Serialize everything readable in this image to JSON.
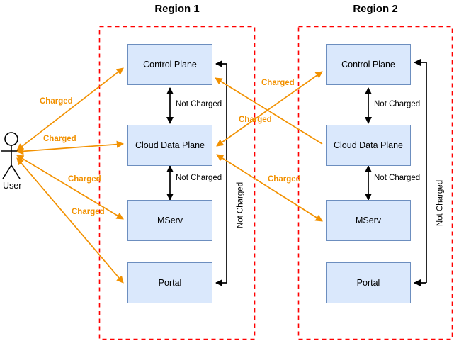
{
  "diagram": {
    "title_region1": "Region 1",
    "title_region2": "Region 2",
    "actor": {
      "label": "User",
      "icon": "actor-stick-figure"
    },
    "colors": {
      "node_fill": "#dae8fc",
      "node_stroke": "#6c8ebf",
      "region_border": "#ff0000",
      "charged_arrow": "#f29100",
      "not_charged_arrow": "#000000",
      "text": "#000000"
    },
    "regions": [
      {
        "name": "Region 1",
        "nodes": [
          {
            "id": "r1-control-plane",
            "label": "Control Plane"
          },
          {
            "id": "r1-cloud-data-plane",
            "label": "Cloud Data Plane"
          },
          {
            "id": "r1-mserv",
            "label": "MServ"
          },
          {
            "id": "r1-portal",
            "label": "Portal"
          }
        ]
      },
      {
        "name": "Region 2",
        "nodes": [
          {
            "id": "r2-control-plane",
            "label": "Control Plane"
          },
          {
            "id": "r2-cloud-data-plane",
            "label": "Cloud Data Plane"
          },
          {
            "id": "r2-mserv",
            "label": "MServ"
          },
          {
            "id": "r2-portal",
            "label": "Portal"
          }
        ]
      }
    ],
    "edge_labels": {
      "charged": "Charged",
      "not_charged": "Not Charged"
    },
    "edges": [
      {
        "from": "user",
        "to": "r1-control-plane",
        "label": "Charged",
        "kind": "charged"
      },
      {
        "from": "user",
        "to": "r1-cloud-data-plane",
        "label": "Charged",
        "kind": "charged"
      },
      {
        "from": "user",
        "to": "r1-mserv",
        "label": "Charged",
        "kind": "charged"
      },
      {
        "from": "user",
        "to": "r1-portal",
        "label": "Charged",
        "kind": "charged"
      },
      {
        "from": "r1-control-plane",
        "to": "r1-cloud-data-plane",
        "label": "Not Charged",
        "kind": "not-charged"
      },
      {
        "from": "r1-cloud-data-plane",
        "to": "r1-mserv",
        "label": "Not Charged",
        "kind": "not-charged"
      },
      {
        "from": "r1-control-plane",
        "to": "r1-portal",
        "label": "Not Charged",
        "kind": "not-charged"
      },
      {
        "from": "r2-control-plane",
        "to": "r2-cloud-data-plane",
        "label": "Not Charged",
        "kind": "not-charged"
      },
      {
        "from": "r2-cloud-data-plane",
        "to": "r2-mserv",
        "label": "Not Charged",
        "kind": "not-charged"
      },
      {
        "from": "r2-control-plane",
        "to": "r2-portal",
        "label": "Not Charged",
        "kind": "not-charged"
      },
      {
        "from": "r2-cloud-data-plane",
        "to": "r1-control-plane",
        "label": "Charged",
        "kind": "charged"
      },
      {
        "from": "r1-cloud-data-plane",
        "to": "r2-control-plane",
        "label": "Charged",
        "kind": "charged"
      },
      {
        "from": "r1-cloud-data-plane",
        "to": "r2-mserv",
        "label": "Charged",
        "kind": "charged"
      }
    ],
    "labels": {
      "charged_user_cp": "Charged",
      "charged_user_cdp": "Charged",
      "charged_user_mserv": "Charged",
      "charged_user_portal": "Charged",
      "not_charged_r1_cp_cdp": "Not Charged",
      "not_charged_r1_cdp_mserv": "Not Charged",
      "not_charged_r1_vertical": "Not Charged",
      "not_charged_r2_cp_cdp": "Not Charged",
      "not_charged_r2_cdp_mserv": "Not Charged",
      "not_charged_r2_vertical": "Not Charged",
      "charged_cross_upper": "Charged",
      "charged_cross_mid": "Charged",
      "charged_cross_lower": "Charged"
    }
  }
}
